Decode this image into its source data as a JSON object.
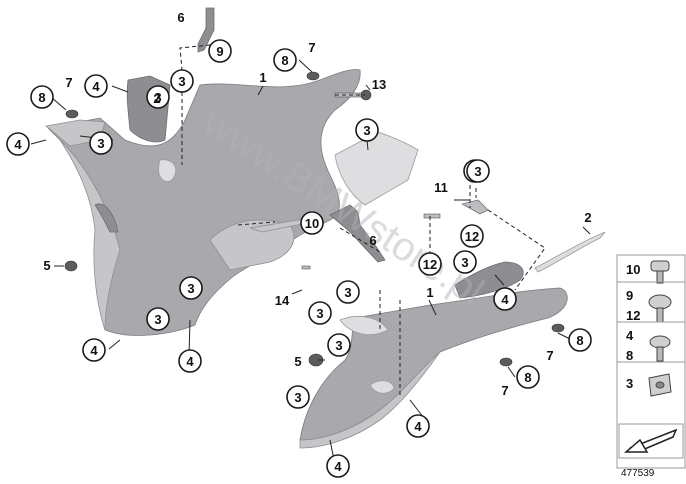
{
  "watermark": "www.BMWstore.pl",
  "reference_number": "477539",
  "callouts": [
    {
      "label": "6",
      "plain": true
    },
    {
      "label": "9"
    },
    {
      "label": "3"
    },
    {
      "label": "1",
      "plain": true
    },
    {
      "label": "8"
    },
    {
      "label": "7",
      "plain": true
    },
    {
      "label": "13",
      "plain": true
    },
    {
      "label": "7",
      "plain": true
    },
    {
      "label": "4"
    },
    {
      "label": "3"
    },
    {
      "label": "8"
    },
    {
      "label": "3"
    },
    {
      "label": "4"
    },
    {
      "label": "3"
    },
    {
      "label": "2",
      "plain": true
    },
    {
      "label": "3"
    },
    {
      "label": "11",
      "plain": true
    },
    {
      "label": "3"
    },
    {
      "label": "10"
    },
    {
      "label": "6",
      "plain": true
    },
    {
      "label": "12"
    },
    {
      "label": "2",
      "plain": true
    },
    {
      "label": "5",
      "plain": true
    },
    {
      "label": "12"
    },
    {
      "label": "3"
    },
    {
      "label": "14",
      "plain": true
    },
    {
      "label": "3"
    },
    {
      "label": "3"
    },
    {
      "label": "1",
      "plain": true
    },
    {
      "label": "4"
    },
    {
      "label": "3"
    },
    {
      "label": "3"
    },
    {
      "label": "4"
    },
    {
      "label": "4"
    },
    {
      "label": "3"
    },
    {
      "label": "8"
    },
    {
      "label": "7",
      "plain": true
    },
    {
      "label": "5",
      "plain": true
    },
    {
      "label": "7",
      "plain": true
    },
    {
      "label": "8"
    },
    {
      "label": "3"
    },
    {
      "label": "4"
    },
    {
      "label": "4"
    }
  ],
  "legend": [
    {
      "labels": [
        "10"
      ],
      "icon": "screw-icon"
    },
    {
      "labels": [
        "9",
        "12"
      ],
      "icon": "collar-screw-icon"
    },
    {
      "labels": [
        "4",
        "8"
      ],
      "icon": "flat-screw-icon"
    },
    {
      "labels": [
        "3"
      ],
      "icon": "clip-nut-icon"
    }
  ],
  "legend_arrow_icon": "arrow-icon"
}
